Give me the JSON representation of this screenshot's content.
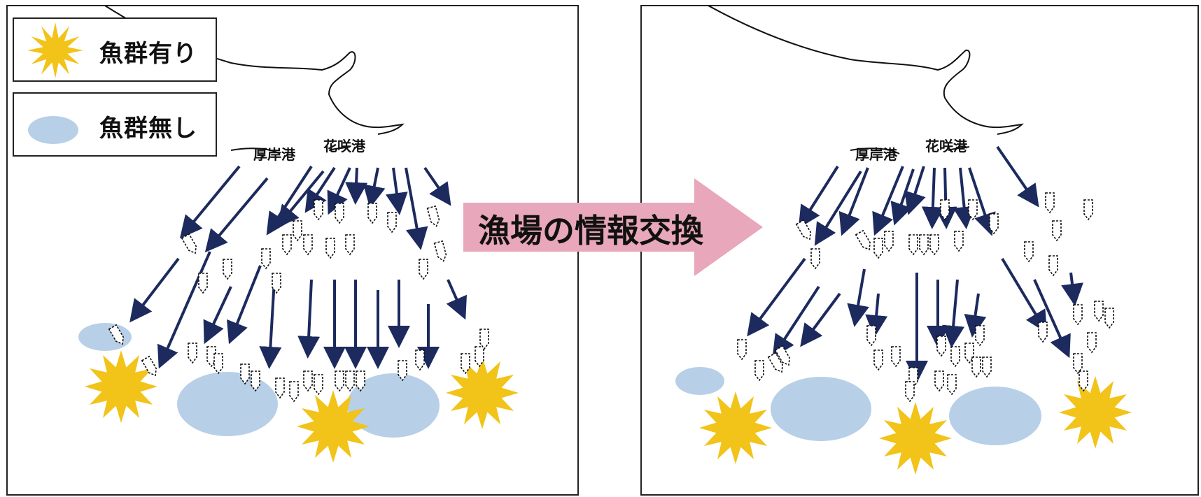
{
  "legend": {
    "school_present": "魚群有り",
    "school_absent": "魚群無し"
  },
  "ports": {
    "akkeshi": "厚岸港",
    "hanasaki": "花咲港"
  },
  "exchange": {
    "label": "漁場の情報交換"
  },
  "colors": {
    "star": "#f2c318",
    "school_absent": "#b7cfe7",
    "route_arrow": "#1c2a5e",
    "exchange_arrow": "#e8a7bb",
    "coast": "#111111",
    "panel_border": "#222222"
  },
  "icons": [
    "star-burst-icon",
    "blue-ellipse-icon",
    "boat-icon",
    "route-arrow-icon",
    "exchange-arrow-icon"
  ]
}
